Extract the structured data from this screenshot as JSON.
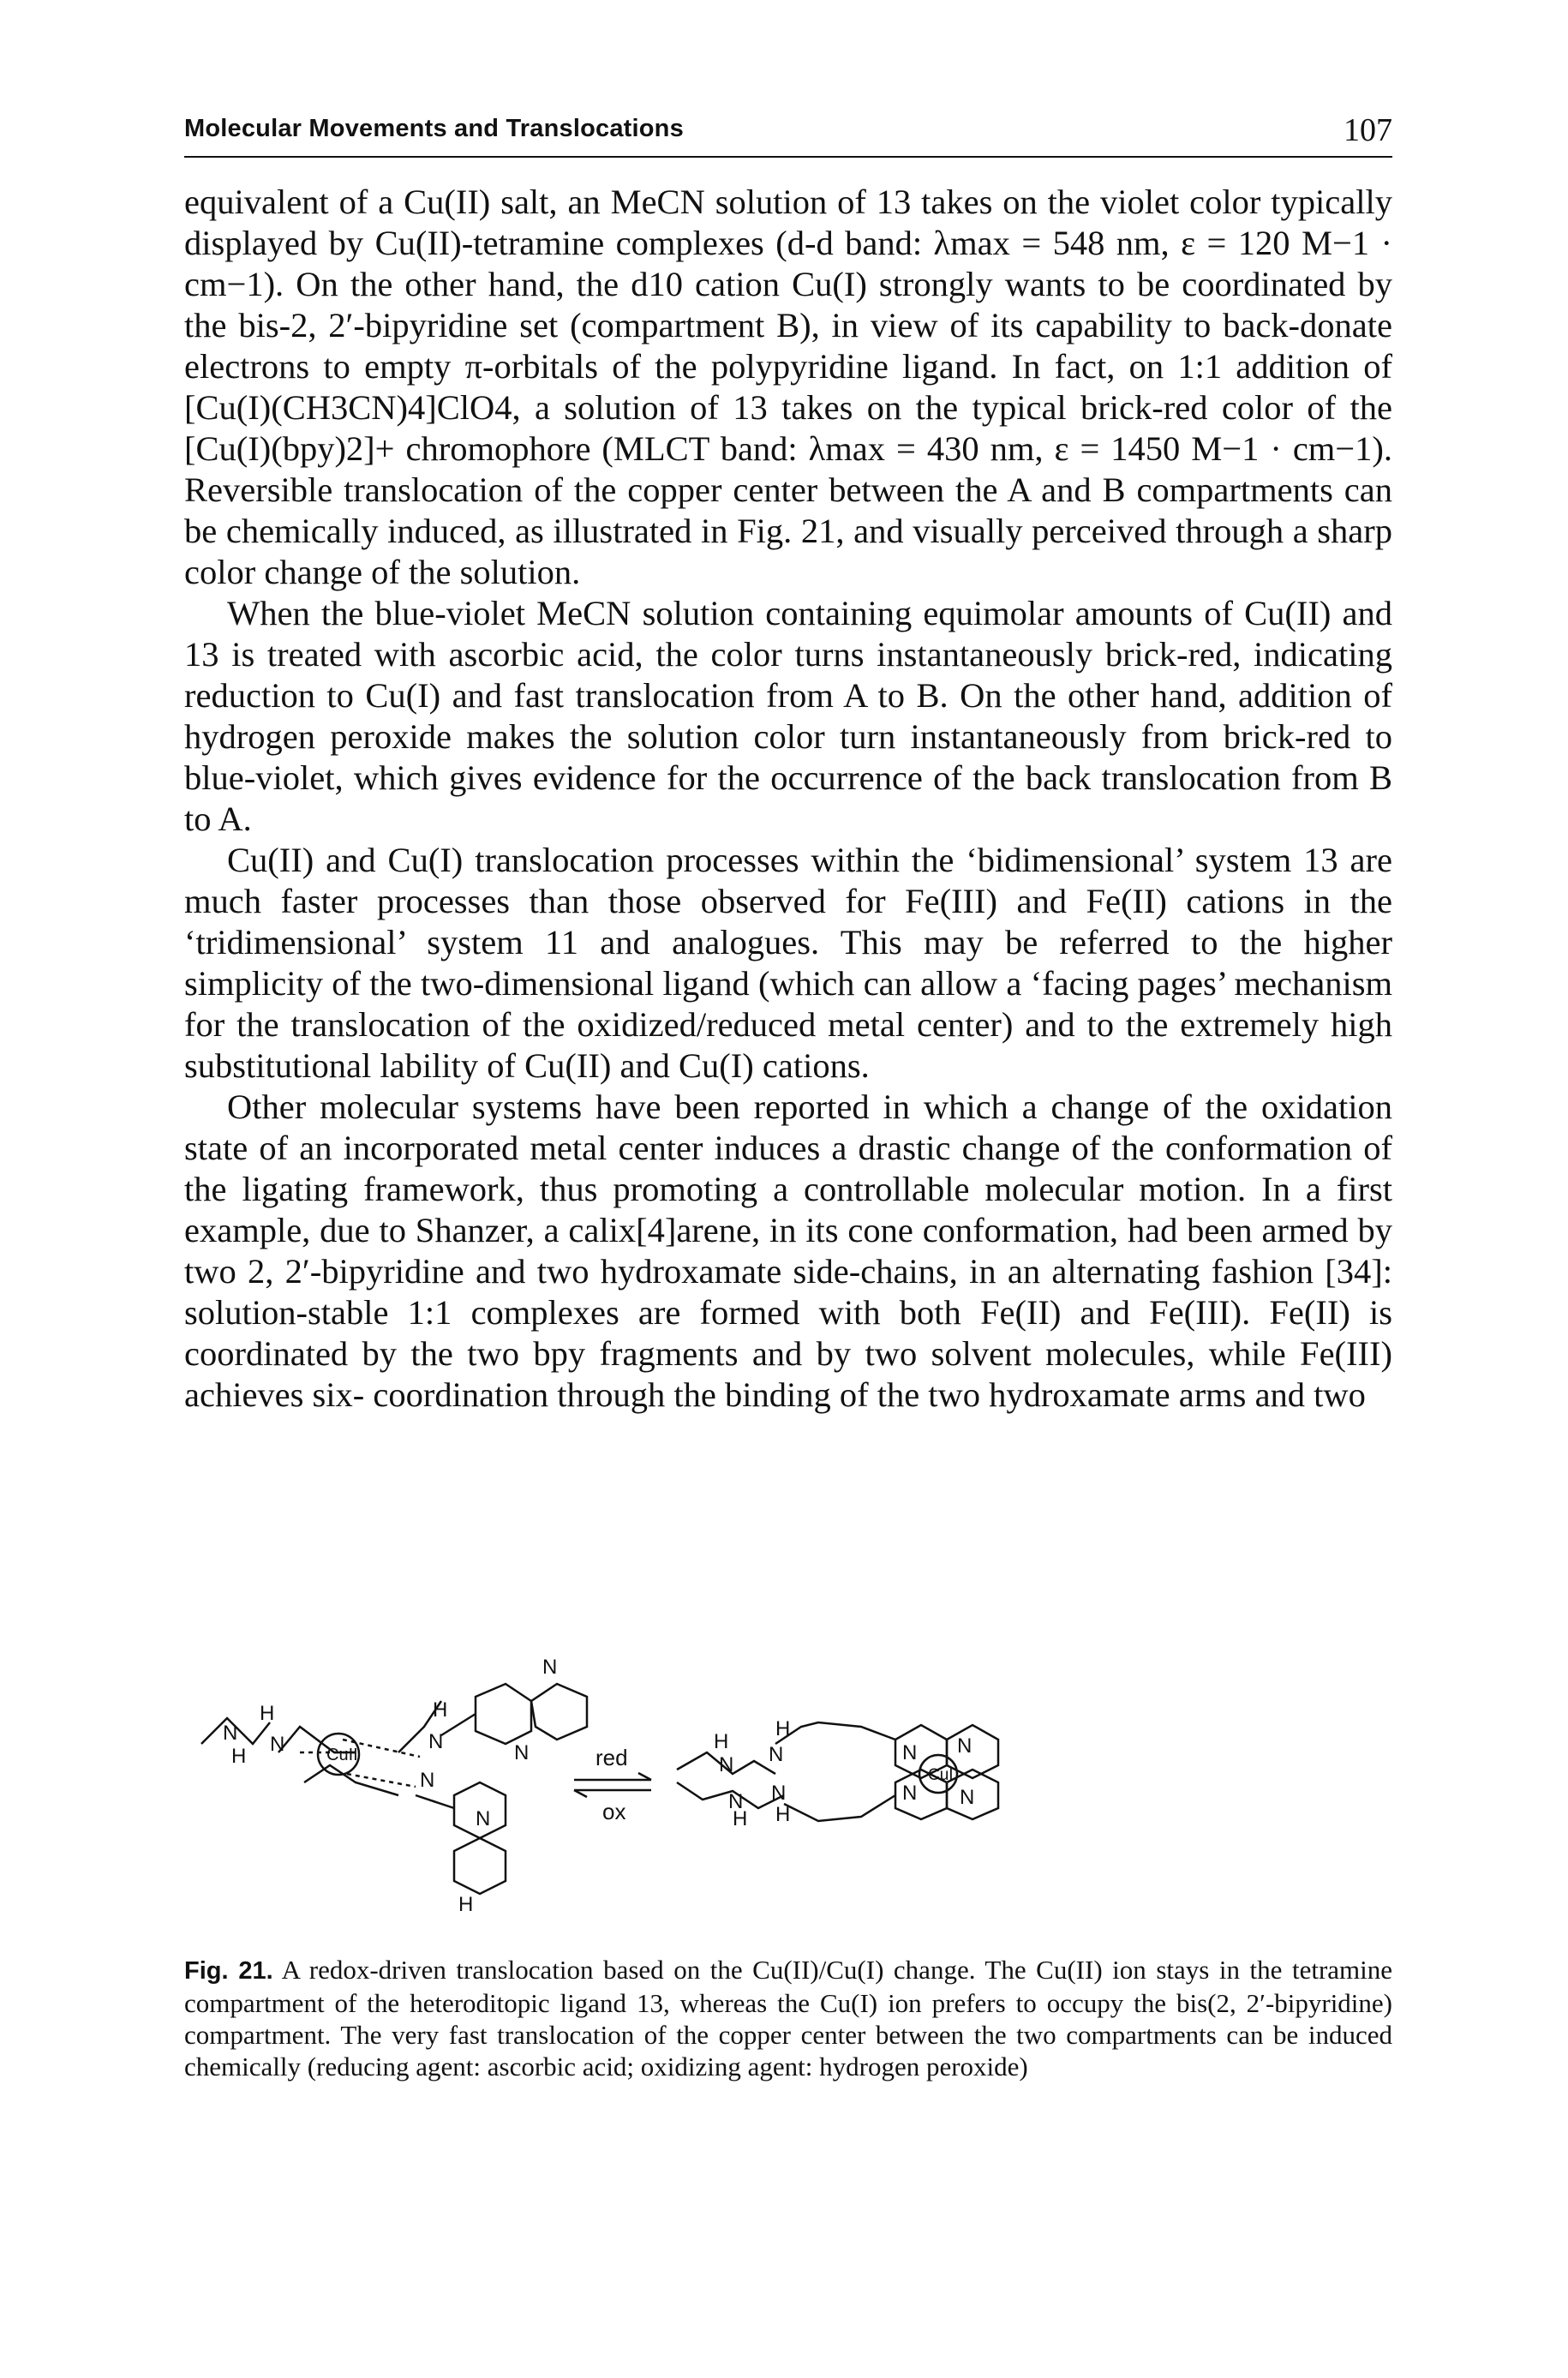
{
  "header": {
    "running_title": "Molecular Movements and Translocations",
    "page_number": "107"
  },
  "paragraphs": [
    {
      "lines": [
        "equivalent of a Cu(II) salt, an MeCN solution of 13 takes on the violet color",
        "typically displayed by Cu(II)-tetramine complexes (d-d band: λmax = 548 nm,",
        "ε = 120 M−1 · cm−1). On the other hand, the d10 cation Cu(I) strongly wants to",
        "be coordinated by the bis-2, 2′-bipyridine set (compartment B), in view of its",
        "capability to back-donate electrons to empty π-orbitals of the polypyridine",
        "ligand. In fact, on 1:1 addition of [Cu(I)(CH3CN)4]ClO4, a solution of 13 takes",
        "on the typical brick-red color of the [Cu(I)(bpy)2]+ chromophore (MLCT",
        "band: λmax = 430 nm, ε = 1450 M−1 · cm−1). Reversible translocation of the",
        "copper center between the A and B compartments can be chemically induced,",
        "as illustrated in Fig. 21, and visually perceived through a sharp color change of",
        "the solution."
      ]
    },
    {
      "lines": [
        "When the blue-violet MeCN solution containing equimolar amounts of",
        "Cu(II) and 13 is treated with ascorbic acid, the color turns instantaneously",
        "brick-red, indicating reduction to Cu(I) and fast translocation from A to B. On",
        "the other hand, addition of hydrogen peroxide makes the solution color turn",
        "instantaneously from brick-red to blue-violet, which gives evidence for the",
        "occurrence of the back translocation from B to A."
      ]
    },
    {
      "lines": [
        "Cu(II) and Cu(I) translocation processes within the ‘bidimensional’",
        "system 13 are much faster processes than those observed for Fe(III) and",
        "Fe(II) cations in the ‘tridimensional’ system 11 and analogues. This may be",
        "referred to the higher simplicity of the two-dimensional ligand (which can",
        "allow a ‘facing pages’ mechanism for the translocation of the oxidized/reduced",
        "metal center) and to the extremely high substitutional lability of Cu(II) and",
        "Cu(I) cations."
      ]
    },
    {
      "lines": [
        "Other molecular systems have been reported in which a change of the",
        "oxidation state of an incorporated metal center induces a drastic change of the",
        "conformation of the ligating framework, thus promoting a controllable",
        "molecular motion. In a first example, due to Shanzer, a calix[4]arene, in its",
        "cone conformation, had been armed by two 2, 2′-bipyridine and two",
        "hydroxamate side-chains, in an alternating fashion [34]: solution-stable 1:1",
        "complexes are formed with both Fe(II) and Fe(III). Fe(II) is coordinated by the",
        "two bpy fragments and by two solvent molecules, while Fe(III) achieves six-",
        "coordination through the binding of the two hydroxamate arms and two"
      ]
    }
  ],
  "figure": {
    "left_structure": {
      "metal_label": "CuII",
      "atom_labels": [
        "H",
        "N",
        "N",
        "H",
        "N",
        "H",
        "N",
        "N",
        "N",
        "N",
        "H"
      ]
    },
    "arrows": {
      "forward_label": "red",
      "reverse_label": "ox"
    },
    "right_structure": {
      "metal_label": "CuI",
      "atom_labels": [
        "H",
        "N",
        "N",
        "H",
        "N",
        "H",
        "N",
        "H",
        "N",
        "N",
        "N",
        "N"
      ]
    }
  },
  "caption": {
    "label": "Fig. 21.",
    "lines": [
      "A redox-driven translocation based on the Cu(II)/Cu(I) change. The Cu(II) ion stays",
      "in the tetramine compartment of the heteroditopic ligand 13, whereas the Cu(I) ion prefers",
      "to occupy the bis(2, 2′-bipyridine) compartment. The very fast translocation of the copper",
      "center between the two compartments can be induced chemically (reducing agent: ascorbic",
      "acid; oxidizing agent: hydrogen peroxide)"
    ]
  }
}
